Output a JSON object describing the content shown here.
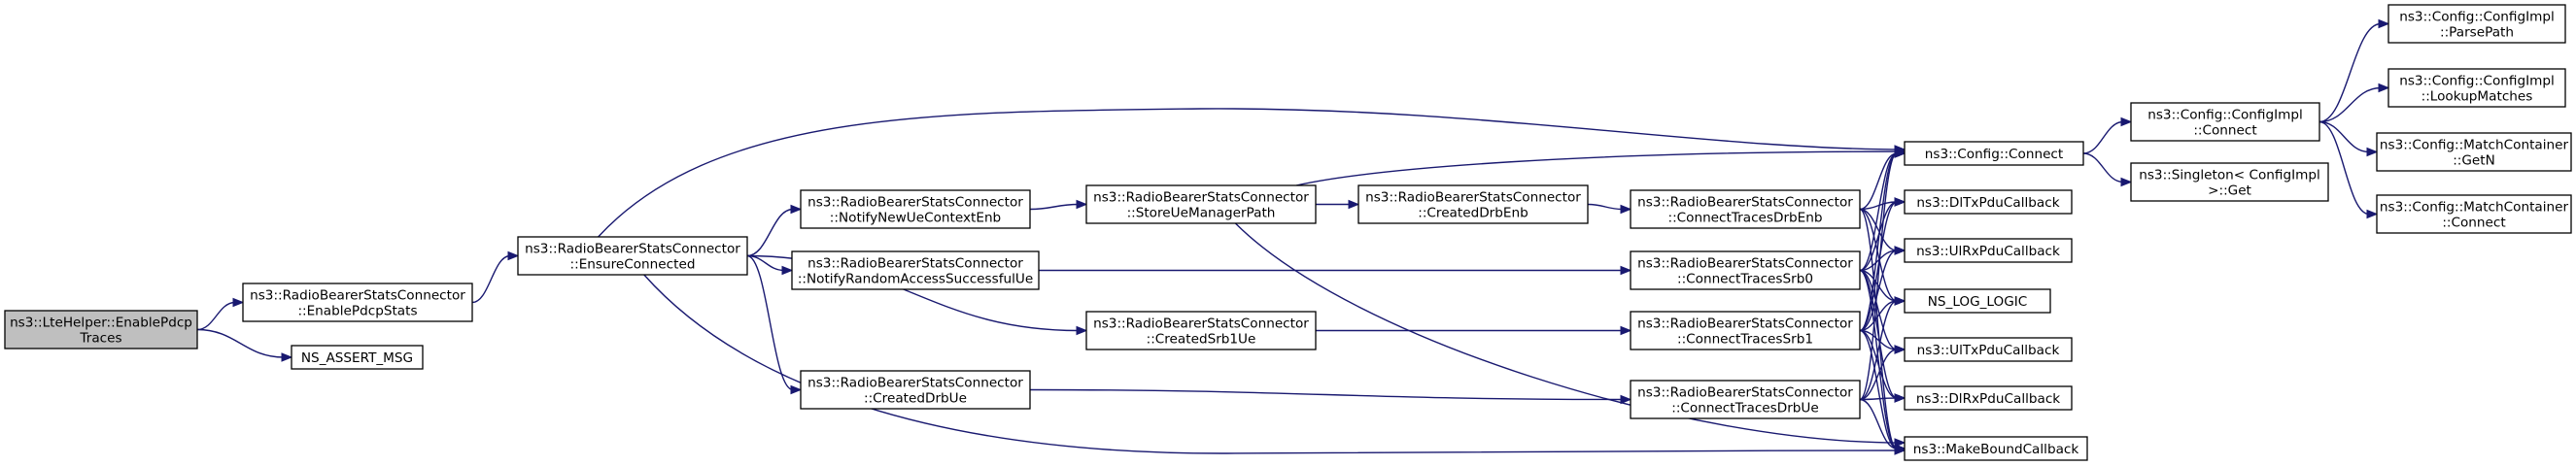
{
  "diagram": {
    "nodes": [
      {
        "id": "lte_enable_pdcp_traces",
        "lines": [
          "ns3::LteHelper::EnablePdcp",
          "Traces"
        ],
        "root": true
      },
      {
        "id": "enable_pdcp_stats",
        "lines": [
          "ns3::RadioBearerStatsConnector",
          "::EnablePdcpStats"
        ]
      },
      {
        "id": "ns_assert_msg",
        "lines": [
          "NS_ASSERT_MSG"
        ]
      },
      {
        "id": "ensure_connected",
        "lines": [
          "ns3::RadioBearerStatsConnector",
          "::EnsureConnected"
        ]
      },
      {
        "id": "notify_new_ue_context_enb",
        "lines": [
          "ns3::RadioBearerStatsConnector",
          "::NotifyNewUeContextEnb"
        ]
      },
      {
        "id": "notify_random_access_successful_ue",
        "lines": [
          "ns3::RadioBearerStatsConnector",
          "::NotifyRandomAccessSuccessfulUe"
        ]
      },
      {
        "id": "created_srb1_ue",
        "lines": [
          "ns3::RadioBearerStatsConnector",
          "::CreatedSrb1Ue"
        ]
      },
      {
        "id": "created_drb_ue",
        "lines": [
          "ns3::RadioBearerStatsConnector",
          "::CreatedDrbUe"
        ]
      },
      {
        "id": "store_ue_manager_path",
        "lines": [
          "ns3::RadioBearerStatsConnector",
          "::StoreUeManagerPath"
        ]
      },
      {
        "id": "created_drb_enb",
        "lines": [
          "ns3::RadioBearerStatsConnector",
          "::CreatedDrbEnb"
        ]
      },
      {
        "id": "connect_traces_drb_enb",
        "lines": [
          "ns3::RadioBearerStatsConnector",
          "::ConnectTracesDrbEnb"
        ]
      },
      {
        "id": "connect_traces_srb0",
        "lines": [
          "ns3::RadioBearerStatsConnector",
          "::ConnectTracesSrb0"
        ]
      },
      {
        "id": "connect_traces_srb1",
        "lines": [
          "ns3::RadioBearerStatsConnector",
          "::ConnectTracesSrb1"
        ]
      },
      {
        "id": "connect_traces_drb_ue",
        "lines": [
          "ns3::RadioBearerStatsConnector",
          "::ConnectTracesDrbUe"
        ]
      },
      {
        "id": "config_connect",
        "lines": [
          "ns3::Config::Connect"
        ]
      },
      {
        "id": "dl_tx_pdu_callback",
        "lines": [
          "ns3::DlTxPduCallback"
        ]
      },
      {
        "id": "ul_rx_pdu_callback",
        "lines": [
          "ns3::UlRxPduCallback"
        ]
      },
      {
        "id": "ns_log_logic",
        "lines": [
          "NS_LOG_LOGIC"
        ]
      },
      {
        "id": "ul_tx_pdu_callback",
        "lines": [
          "ns3::UlTxPduCallback"
        ]
      },
      {
        "id": "dl_rx_pdu_callback",
        "lines": [
          "ns3::DlRxPduCallback"
        ]
      },
      {
        "id": "make_bound_callback",
        "lines": [
          "ns3::MakeBoundCallback"
        ]
      },
      {
        "id": "config_impl_connect",
        "lines": [
          "ns3::Config::ConfigImpl",
          "::Connect"
        ]
      },
      {
        "id": "singleton_get",
        "lines": [
          "ns3::Singleton< ConfigImpl",
          " >::Get"
        ]
      },
      {
        "id": "config_impl_parse_path",
        "lines": [
          "ns3::Config::ConfigImpl",
          "::ParsePath"
        ]
      },
      {
        "id": "config_impl_lookup_matches",
        "lines": [
          "ns3::Config::ConfigImpl",
          "::LookupMatches"
        ]
      },
      {
        "id": "match_container_get_n",
        "lines": [
          "ns3::Config::MatchContainer",
          "::GetN"
        ]
      },
      {
        "id": "match_container_connect",
        "lines": [
          "ns3::Config::MatchContainer",
          "::Connect"
        ]
      }
    ],
    "edges": [
      [
        "lte_enable_pdcp_traces",
        "enable_pdcp_stats"
      ],
      [
        "lte_enable_pdcp_traces",
        "ns_assert_msg"
      ],
      [
        "enable_pdcp_stats",
        "ensure_connected"
      ],
      [
        "ensure_connected",
        "config_connect"
      ],
      [
        "ensure_connected",
        "notify_new_ue_context_enb"
      ],
      [
        "ensure_connected",
        "notify_random_access_successful_ue"
      ],
      [
        "ensure_connected",
        "created_srb1_ue"
      ],
      [
        "ensure_connected",
        "created_drb_ue"
      ],
      [
        "ensure_connected",
        "make_bound_callback"
      ],
      [
        "notify_new_ue_context_enb",
        "store_ue_manager_path"
      ],
      [
        "notify_random_access_successful_ue",
        "connect_traces_srb0"
      ],
      [
        "created_srb1_ue",
        "connect_traces_srb1"
      ],
      [
        "created_drb_ue",
        "connect_traces_drb_ue"
      ],
      [
        "store_ue_manager_path",
        "config_connect"
      ],
      [
        "store_ue_manager_path",
        "created_drb_enb"
      ],
      [
        "store_ue_manager_path",
        "make_bound_callback"
      ],
      [
        "created_drb_enb",
        "connect_traces_drb_enb"
      ],
      [
        "connect_traces_drb_enb",
        "config_connect"
      ],
      [
        "connect_traces_drb_enb",
        "dl_tx_pdu_callback"
      ],
      [
        "connect_traces_drb_enb",
        "ul_rx_pdu_callback"
      ],
      [
        "connect_traces_drb_enb",
        "ns_log_logic"
      ],
      [
        "connect_traces_drb_enb",
        "make_bound_callback"
      ],
      [
        "connect_traces_srb0",
        "config_connect"
      ],
      [
        "connect_traces_srb0",
        "dl_tx_pdu_callback"
      ],
      [
        "connect_traces_srb0",
        "ul_rx_pdu_callback"
      ],
      [
        "connect_traces_srb0",
        "ns_log_logic"
      ],
      [
        "connect_traces_srb0",
        "ul_tx_pdu_callback"
      ],
      [
        "connect_traces_srb0",
        "dl_rx_pdu_callback"
      ],
      [
        "connect_traces_srb0",
        "make_bound_callback"
      ],
      [
        "connect_traces_srb1",
        "config_connect"
      ],
      [
        "connect_traces_srb1",
        "dl_tx_pdu_callback"
      ],
      [
        "connect_traces_srb1",
        "ul_rx_pdu_callback"
      ],
      [
        "connect_traces_srb1",
        "ns_log_logic"
      ],
      [
        "connect_traces_srb1",
        "ul_tx_pdu_callback"
      ],
      [
        "connect_traces_srb1",
        "dl_rx_pdu_callback"
      ],
      [
        "connect_traces_srb1",
        "make_bound_callback"
      ],
      [
        "connect_traces_drb_ue",
        "config_connect"
      ],
      [
        "connect_traces_drb_ue",
        "ul_tx_pdu_callback"
      ],
      [
        "connect_traces_drb_ue",
        "dl_rx_pdu_callback"
      ],
      [
        "connect_traces_drb_ue",
        "ns_log_logic"
      ],
      [
        "connect_traces_drb_ue",
        "make_bound_callback"
      ],
      [
        "config_connect",
        "config_impl_connect"
      ],
      [
        "config_connect",
        "singleton_get"
      ],
      [
        "config_impl_connect",
        "config_impl_parse_path"
      ],
      [
        "config_impl_connect",
        "config_impl_lookup_matches"
      ],
      [
        "config_impl_connect",
        "match_container_get_n"
      ],
      [
        "config_impl_connect",
        "match_container_connect"
      ]
    ]
  }
}
